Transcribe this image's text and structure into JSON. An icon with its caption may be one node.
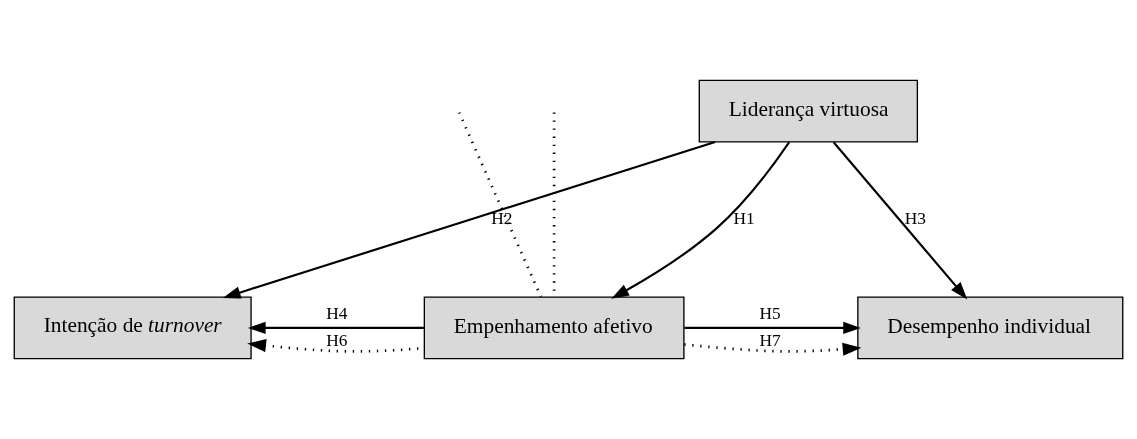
{
  "diagram": {
    "nodes": [
      {
        "text": [
          "Liderança virtuosa"
        ]
      },
      {
        "text": [
          "Intenção de *turnover*"
        ]
      },
      {
        "text": [
          "Empenhamento afetivo"
        ]
      },
      {
        "text": [
          "Desempenho individual"
        ]
      }
    ],
    "edges": [
      {
        "from": 0,
        "to": 1,
        "arrow": "to",
        "label": "H2"
      },
      {
        "from": null,
        "to": 2,
        "arrow": "none",
        "style": "dashed"
      },
      {
        "from": 0,
        "to": 2,
        "arrow": "to",
        "label": "H1"
      },
      {
        "from": null,
        "to": 2,
        "arrow": "none",
        "style": "dashed"
      },
      {
        "from": 0,
        "to": 3,
        "arrow": "to",
        "label": "H3"
      },
      {
        "from": 2,
        "to": 1,
        "arrow": "to",
        "label": "H4"
      },
      {
        "from": 2,
        "to": 1,
        "arrow": "to",
        "label": "H6",
        "style": "dashed"
      },
      {
        "from": 2,
        "to": 3,
        "arrow": "to",
        "label": "H5"
      },
      {
        "from": 2,
        "to": 3,
        "arrow": "to",
        "label": "H7",
        "style": "dashed"
      }
    ]
  }
}
